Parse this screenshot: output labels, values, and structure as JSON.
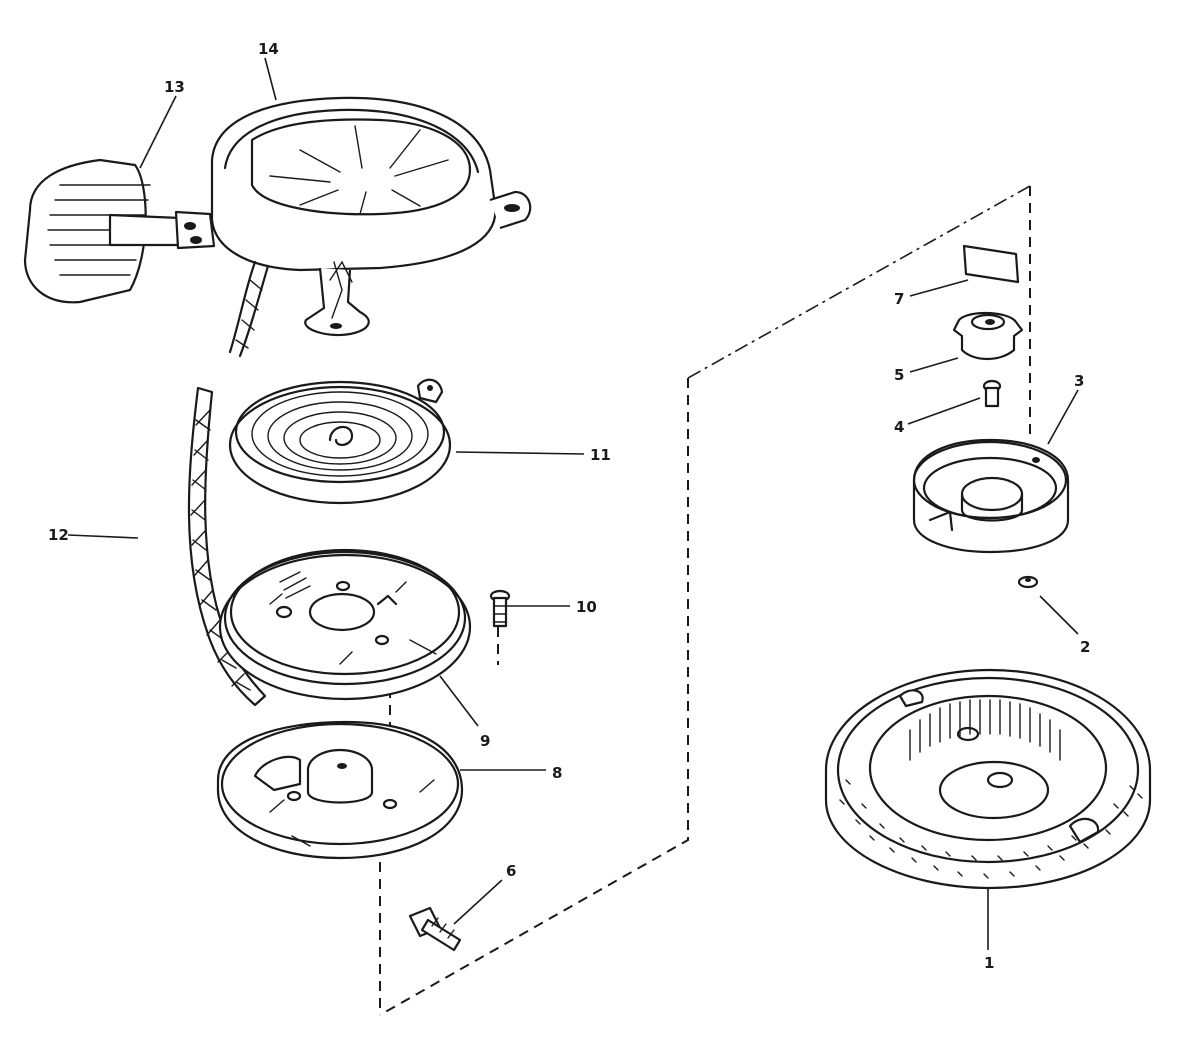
{
  "callouts": [
    {
      "id": "14",
      "text": "14"
    },
    {
      "id": "13",
      "text": "13"
    },
    {
      "id": "7",
      "text": "7"
    },
    {
      "id": "5",
      "text": "5"
    },
    {
      "id": "3",
      "text": "3"
    },
    {
      "id": "4",
      "text": "4"
    },
    {
      "id": "11",
      "text": "11"
    },
    {
      "id": "12",
      "text": "12"
    },
    {
      "id": "10",
      "text": "10"
    },
    {
      "id": "2",
      "text": "2"
    },
    {
      "id": "9",
      "text": "9"
    },
    {
      "id": "8",
      "text": "8"
    },
    {
      "id": "6",
      "text": "6"
    },
    {
      "id": "1",
      "text": "1"
    }
  ]
}
